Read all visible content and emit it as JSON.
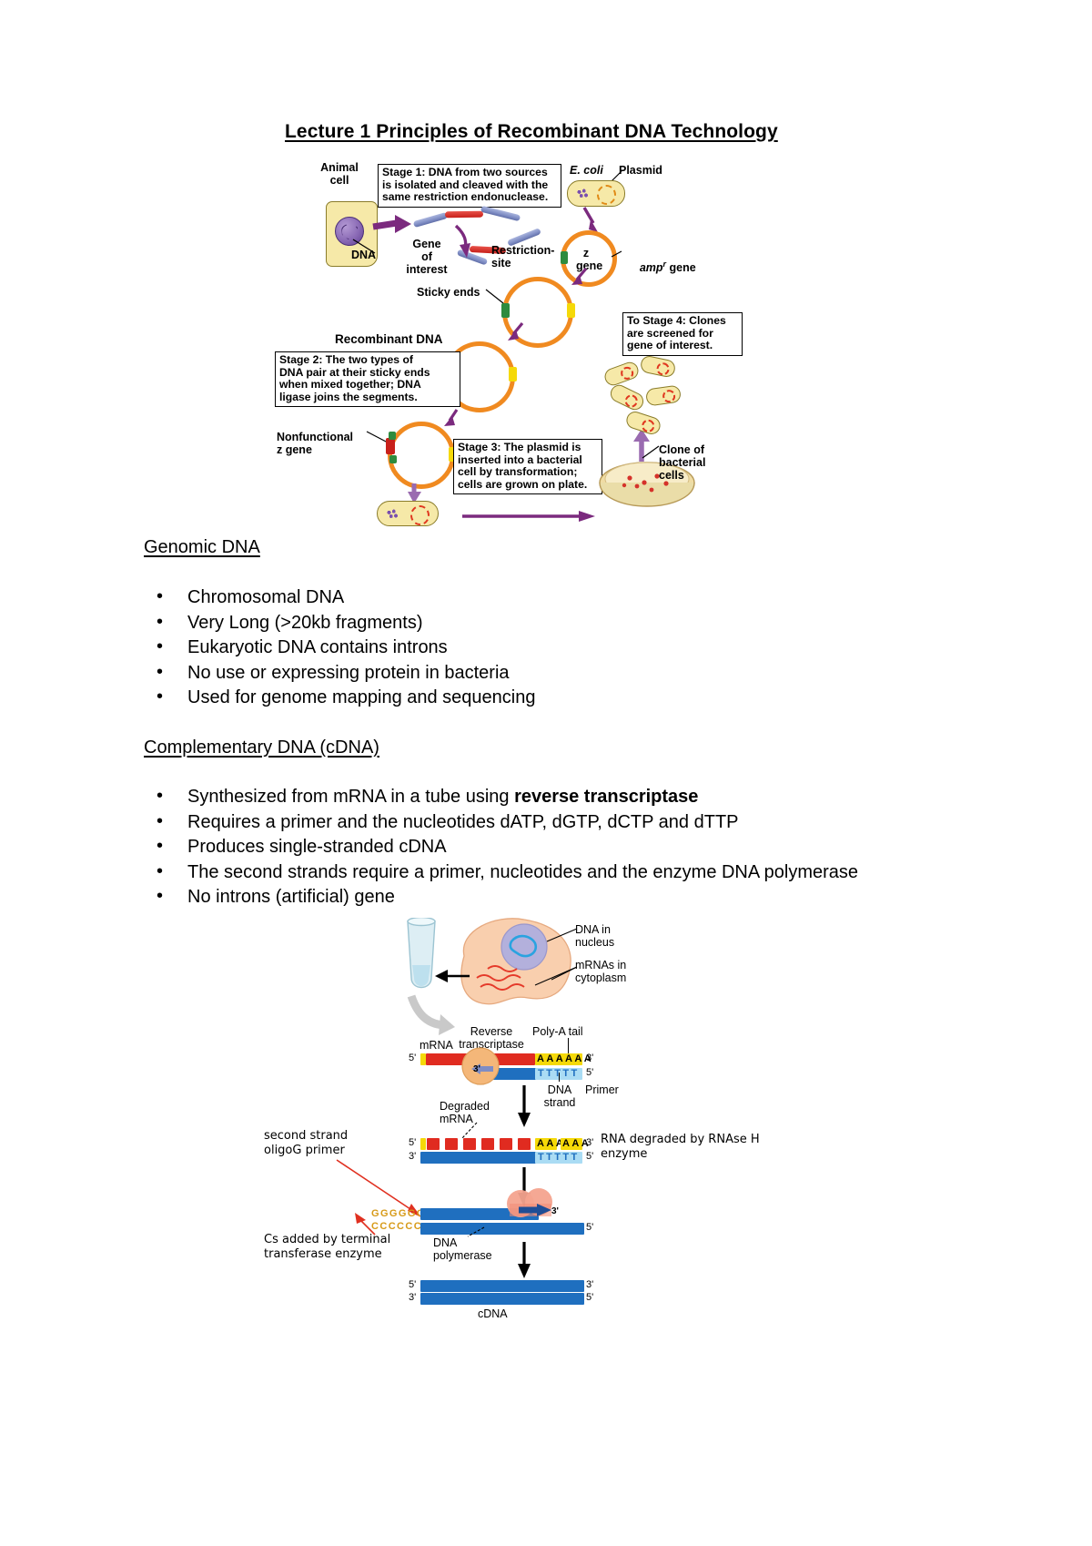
{
  "document": {
    "title": "Lecture 1 Principles of Recombinant DNA Technology"
  },
  "sections": [
    {
      "heading": "Genomic DNA",
      "bullets": [
        "Chromosomal DNA",
        "Very Long (>20kb fragments)",
        "Eukaryotic DNA contains introns",
        "No use or expressing protein in bacteria",
        "Used for genome mapping and sequencing"
      ]
    },
    {
      "heading": "Complementary DNA (cDNA)",
      "bullets": [
        "Synthesized from mRNA in a tube using reverse transcriptase",
        "Requires a primer and the nucleotides dATP, dGTP, dCTP and dTTP",
        "Produces single-stranded cDNA",
        "The second strands require a primer, nucleotides and the enzyme DNA polymerase",
        "No introns (artificial) gene"
      ],
      "bold_fragments": [
        "reverse transcriptase"
      ]
    }
  ],
  "figure1": {
    "name": "recombinant-dna-cloning-workflow",
    "labels": {
      "animal_cell": "Animal\ncell",
      "dna": "DNA",
      "gene_of_interest": "Gene\nof\ninterest",
      "restriction_site": "Restriction-\nsite",
      "ecoli": "E. coli",
      "plasmid": "Plasmid",
      "z_gene": "z\ngene",
      "ampr_gene": "ampr gene",
      "sticky_ends": "Sticky ends",
      "recombinant_dna": "Recombinant DNA",
      "nonfunctional_z_gene": "Nonfunctional\nz gene",
      "clone_of_bacterial_cells": "Clone of\nbacterial\ncells"
    },
    "stage_boxes": [
      {
        "id": "stage-1",
        "text": "Stage 1: DNA from two sources\nis isolated and cleaved with the\nsame restriction endonuclease."
      },
      {
        "id": "stage-2",
        "text": "Stage 2: The two types of\nDNA pair at their sticky ends\nwhen mixed together; DNA\nligase joins the segments."
      },
      {
        "id": "stage-3",
        "text": "Stage 3: The plasmid is\ninserted into a bacterial\ncell by transformation;\ncells are grown on plate."
      },
      {
        "id": "stage-4",
        "text": "To Stage 4: Clones\nare screened for\ngene of interest."
      }
    ],
    "colors": {
      "plasmid_orange": "#f08a20",
      "cell_yellow": "#f6e9a8",
      "arrow_purple": "#7b2a7e",
      "dna_blue": "#7f8dc4",
      "gene_red": "#c8201a"
    }
  },
  "figure2": {
    "name": "cdna-synthesis-diagram",
    "labels": {
      "dna_in_nucleus": "DNA in\nnucleus",
      "mrnas_in_cytoplasm": "mRNAs in\ncytoplasm",
      "reverse_transcriptase": "Reverse\ntranscriptase",
      "mrna": "mRNA",
      "poly_a_tail": "Poly-A tail",
      "dna_strand": "DNA\nstrand",
      "primer": "Primer",
      "degraded_mrna": "Degraded\nmRNA",
      "rna_degraded_note": "RNA degraded by RNAse H\nenzyme",
      "second_strand_oligog_primer": "second strand\noligoG primer",
      "cs_added_note": "Cs added by terminal\ntransferase enzyme",
      "dna_polymerase": "DNA\npolymerase",
      "cdna": "cDNA"
    },
    "strand_markers": {
      "five_prime": "5'",
      "three_prime": "3'"
    },
    "base_runs": {
      "poly_a": "AAAAAA",
      "poly_t": "TTTTT",
      "poly_a_split_left": "AAA",
      "poly_a_split_right": "AAA",
      "oligo_g": "GGGGGG",
      "oligo_c": "CCCCCC"
    },
    "colors": {
      "rna_red": "#e02b20",
      "dna_blue": "#1f6fbf",
      "polya_yellow": "#f5d908",
      "primer_cyan": "#aadcf4",
      "enzyme_orange": "#f0a860",
      "polymerase_salmon": "#f08a74",
      "annotation_red": "#e03020"
    }
  }
}
